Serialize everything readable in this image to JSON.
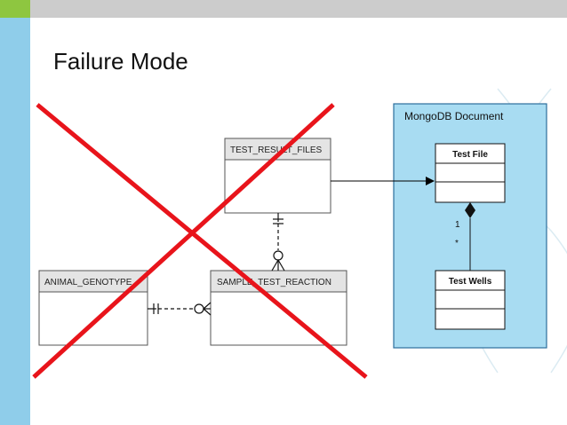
{
  "slide": {
    "title": "Failure Mode",
    "colors": {
      "left_accent": "#8fcdea",
      "top_accent_green": "#8ec640",
      "top_bar": "#cccccc",
      "cross": "#e8141b",
      "mongo_panel": "#a8dcf2"
    }
  },
  "diagram": {
    "entities": {
      "test_result_files": "TEST_RESULT_FILES",
      "animal_genotype": "ANIMAL_GENOTYPE",
      "sample_test_reaction": "SAMPLE_TEST_REACTION"
    },
    "mongodb": {
      "title": "MongoDB Document",
      "test_file": "Test File",
      "test_wells": "Test Wells",
      "mult_one": "1",
      "mult_many": "*"
    },
    "crossed_out": true
  }
}
